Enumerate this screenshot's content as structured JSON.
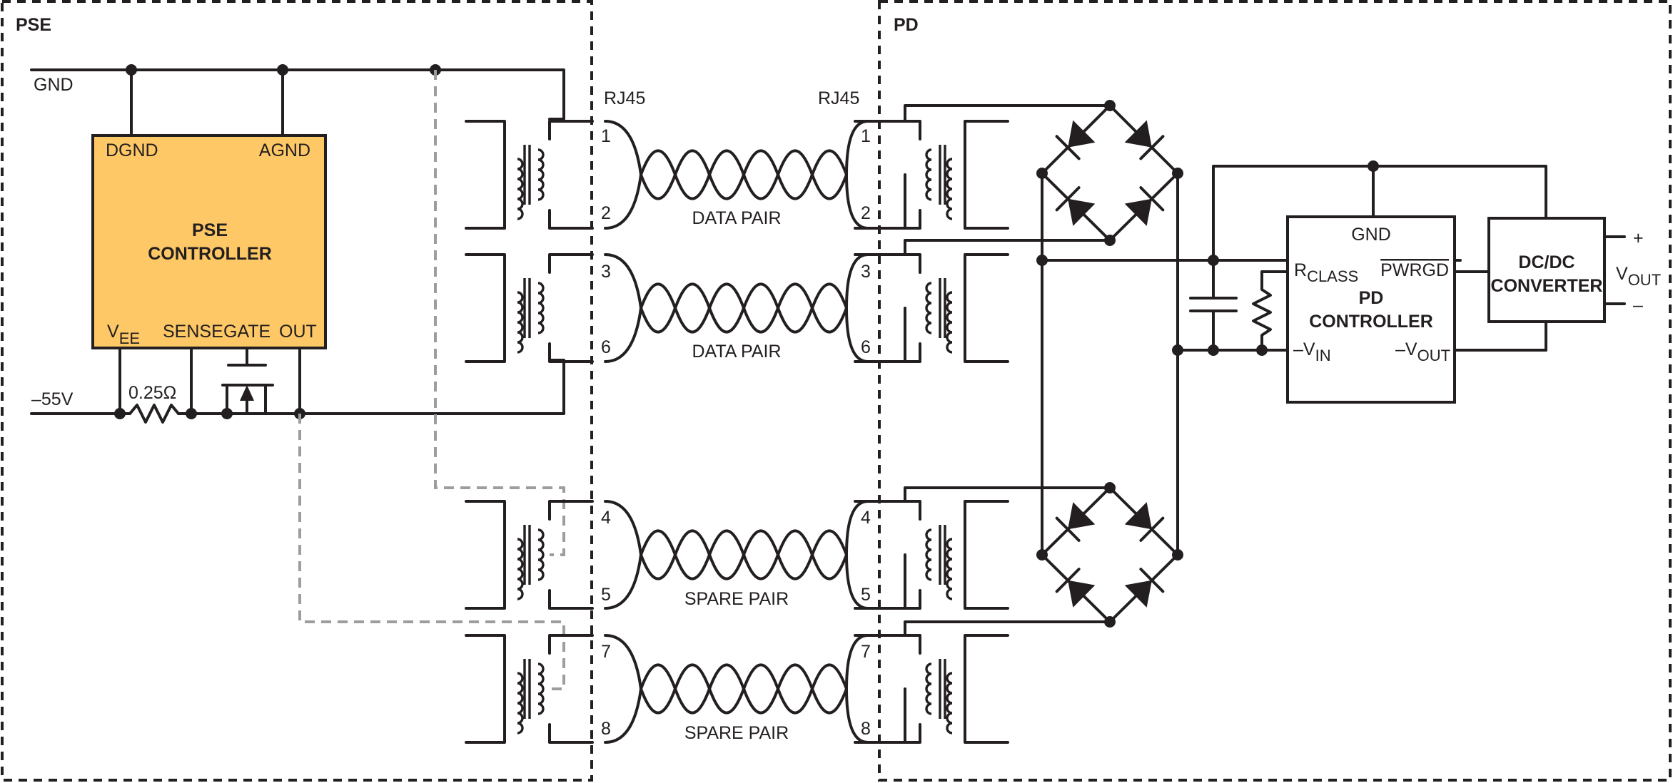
{
  "sections": {
    "pse_label": "PSE",
    "pd_label": "PD"
  },
  "nets": {
    "gnd": "GND",
    "neg55v": "–55V",
    "resistor": "0.25Ω",
    "rj45_left": "RJ45",
    "rj45_right": "RJ45"
  },
  "pse_controller": {
    "title_line1": "PSE",
    "title_line2": "CONTROLLER",
    "pin_dgnd": "DGND",
    "pin_agnd": "AGND",
    "pin_vee_main": "V",
    "pin_vee_sub": "EE",
    "pin_sense": "SENSE",
    "pin_gate": "GATE",
    "pin_out": "OUT",
    "fill_color": "#fdc865"
  },
  "pairs": [
    {
      "label": "DATA PAIR",
      "pin_top": "1",
      "pin_bottom": "2"
    },
    {
      "label": "DATA PAIR",
      "pin_top": "3",
      "pin_bottom": "6"
    },
    {
      "label": "SPARE PAIR",
      "pin_top": "4",
      "pin_bottom": "5"
    },
    {
      "label": "SPARE PAIR",
      "pin_top": "7",
      "pin_bottom": "8"
    }
  ],
  "pd_controller": {
    "pin_gnd": "GND",
    "pin_rclass_main": "R",
    "pin_rclass_sub": "CLASS",
    "pin_pwrgd": "PWRGD",
    "title_line1": "PD",
    "title_line2": "CONTROLLER",
    "pin_vin_main": "–V",
    "pin_vin_sub": "IN",
    "pin_vout_main": "–V",
    "pin_vout_sub": "OUT"
  },
  "dcdc": {
    "title_line1": "DC/DC",
    "title_line2": "CONVERTER",
    "plus": "+",
    "minus": "–",
    "vout_main": "V",
    "vout_sub": "OUT"
  }
}
